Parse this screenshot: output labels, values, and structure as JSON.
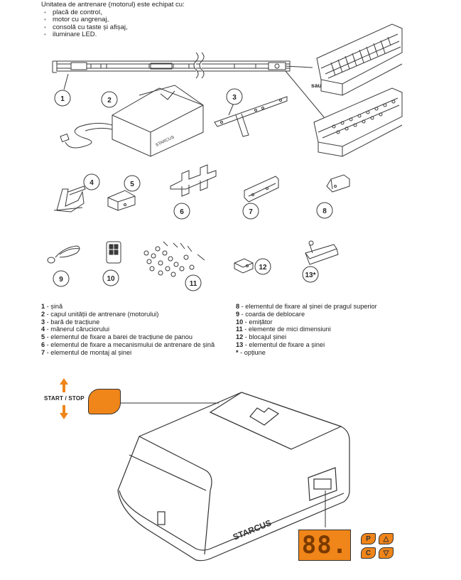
{
  "intro": {
    "heading": "Unitatea de antrenare (motorul) este echipat cu:",
    "items": [
      "placă de control,",
      "motor cu angrenaj,",
      "consolă cu taste și afișaj,",
      "iluminare LED."
    ]
  },
  "sau_label": "sau",
  "parts": {
    "p1": "1",
    "p2": "2",
    "p3": "3",
    "p4": "4",
    "p5": "5",
    "p6": "6",
    "p7": "7",
    "p8": "8",
    "p9": "9",
    "p10": "10",
    "p11": "11",
    "p12": "12",
    "p13": "13*"
  },
  "legend_left": [
    {
      "num": "1",
      "text": " - șină"
    },
    {
      "num": "2",
      "text": " - capul unității de antrenare (motorului)"
    },
    {
      "num": "3",
      "text": " - bară de tracțiune"
    },
    {
      "num": "4",
      "text": " - mânerul căruciorului"
    },
    {
      "num": "5",
      "text": " - elementul de fixare a barei de tracțiune de panou"
    },
    {
      "num": "6",
      "text": " - elementul de fixare a mecanismului de antrenare de șină"
    },
    {
      "num": "7",
      "text": " - elementul de montaj al șinei"
    }
  ],
  "legend_right": [
    {
      "num": "8",
      "text": " - elementul de fixare al șinei de pragul superior"
    },
    {
      "num": "9",
      "text": " - coarda de deblocare"
    },
    {
      "num": "10",
      "text": " - emițător"
    },
    {
      "num": "11",
      "text": " - elemente de mici dimensiuni"
    },
    {
      "num": "12",
      "text": " - blocajul șinei"
    },
    {
      "num": "13",
      "text": " - elementul de fixare a șinei"
    },
    {
      "num": "*",
      "text": " - opțiune"
    }
  ],
  "start_stop_label": "START / STOP",
  "brand": "STARCUS",
  "display": {
    "digits": "88."
  },
  "keys": {
    "p": "P",
    "c": "C",
    "up": "△",
    "down": "▽"
  },
  "colors": {
    "accent": "#F08519",
    "line": "#3a3a3a",
    "display_bg": "#F08519"
  }
}
